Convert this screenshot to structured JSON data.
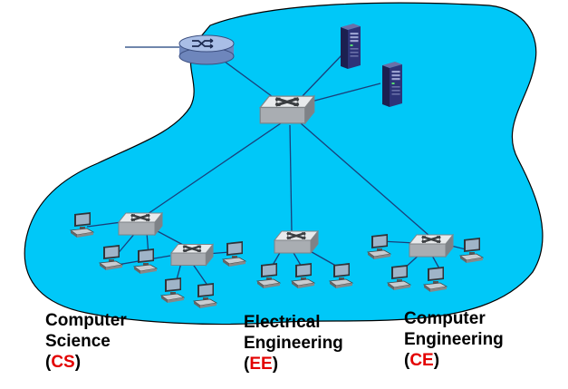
{
  "departments": {
    "cs": {
      "line1": "Computer",
      "line2": "Science",
      "abbr": "CS"
    },
    "ee": {
      "line1": "Electrical",
      "line2": "Engineering",
      "abbr": "EE"
    },
    "ce": {
      "line1": "Computer",
      "line2": "Engineering",
      "abbr": "CE"
    }
  },
  "colors": {
    "network_cloud": "#00c8f8",
    "switch_body": "#a9adb2",
    "router_body": "#8fa8d8",
    "link": "#1a3f7a",
    "department_abbr": "#e30000",
    "server_body": "#2a3070"
  },
  "icons": [
    "router-icon",
    "switch-icon",
    "server-icon",
    "computer-icon"
  ]
}
